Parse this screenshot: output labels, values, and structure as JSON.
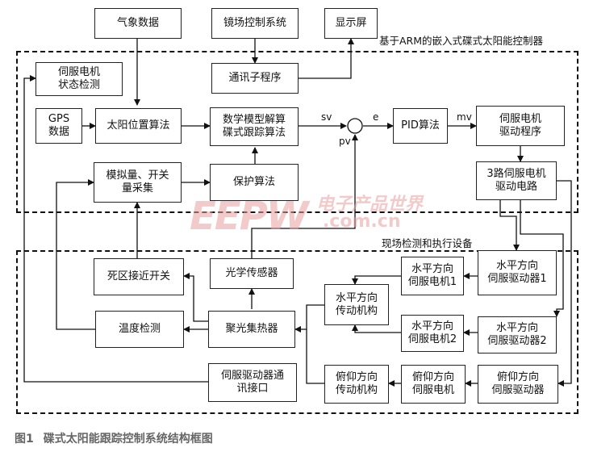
{
  "regions": {
    "controller_title": "基于ARM的嵌入式碟式太阳能控制器",
    "field_title": "现场检测和执行设备"
  },
  "boxes": {
    "weather": "气象数据",
    "mirror_ctrl": "镜场控制系统",
    "display": "显示屏",
    "servo_status": "伺服电机\n状态检测",
    "comm_sub": "通讯子程序",
    "gps": "GPS\n数据",
    "sun_algo": "太阳位置算法",
    "math_model": "数学模型解算\n碟式跟踪算法",
    "pid": "PID算法",
    "servo_driver_prog": "伺服电机\n驱动程序",
    "analog_io": "模拟量、开关\n量采集",
    "protect": "保护算法",
    "servo_circuit": "3路伺服电机\n驱动电路",
    "deadzone": "死区接近开关",
    "optical": "光学传感器",
    "h_motor1": "水平方向\n伺服电机1",
    "h_driver1": "水平方向\n伺服驱动器1",
    "h_trans": "水平方向\n传动机构",
    "temp": "温度检测",
    "heat": "聚光集热器",
    "h_motor2": "水平方向\n伺服电机2",
    "h_driver2": "水平方向\n伺服驱动器2",
    "servo_comm": "伺服驱动器通\n讯接口",
    "p_trans": "俯仰方向\n传动机构",
    "p_motor": "俯仰方向\n伺服电机",
    "p_driver": "俯仰方向\n伺服驱动器"
  },
  "signals": {
    "sv": "sv",
    "e": "e",
    "mv": "mv",
    "pv": "pv"
  },
  "watermark": {
    "brand": "EEPW",
    "domain": ".com.cn",
    "cn": "电子产品世界"
  },
  "caption": {
    "fig": "图1",
    "text": "碟式太阳能跟踪控制系统结构框图"
  }
}
